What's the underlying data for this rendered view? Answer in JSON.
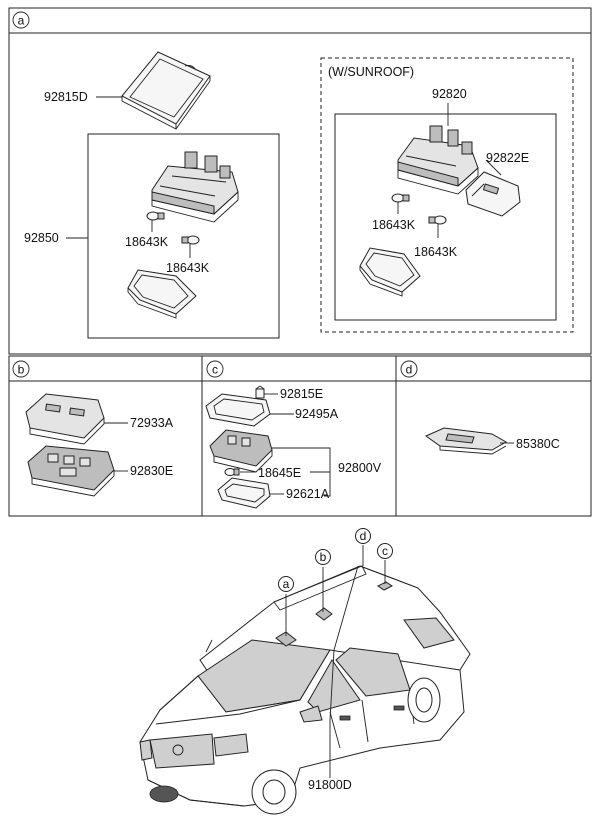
{
  "sections": {
    "a": "a",
    "b": "b",
    "c": "c",
    "d": "d"
  },
  "sunroof_label": "(W/SUNROOF)",
  "parts": {
    "p92815D": "92815D",
    "p92850": "92850",
    "p18643K_1": "18643K",
    "p18643K_2": "18643K",
    "p92820": "92820",
    "p92822E": "92822E",
    "p18643K_3": "18643K",
    "p18643K_4": "18643K",
    "p72933A": "72933A",
    "p92830E": "92830E",
    "p92815E": "92815E",
    "p92495A": "92495A",
    "p18645E": "18645E",
    "p92800V": "92800V",
    "p92621A": "92621A",
    "p85380C": "85380C",
    "p91800D": "91800D"
  },
  "vehicle_callouts": {
    "a": "a",
    "b": "b",
    "d": "d",
    "c": "c"
  }
}
